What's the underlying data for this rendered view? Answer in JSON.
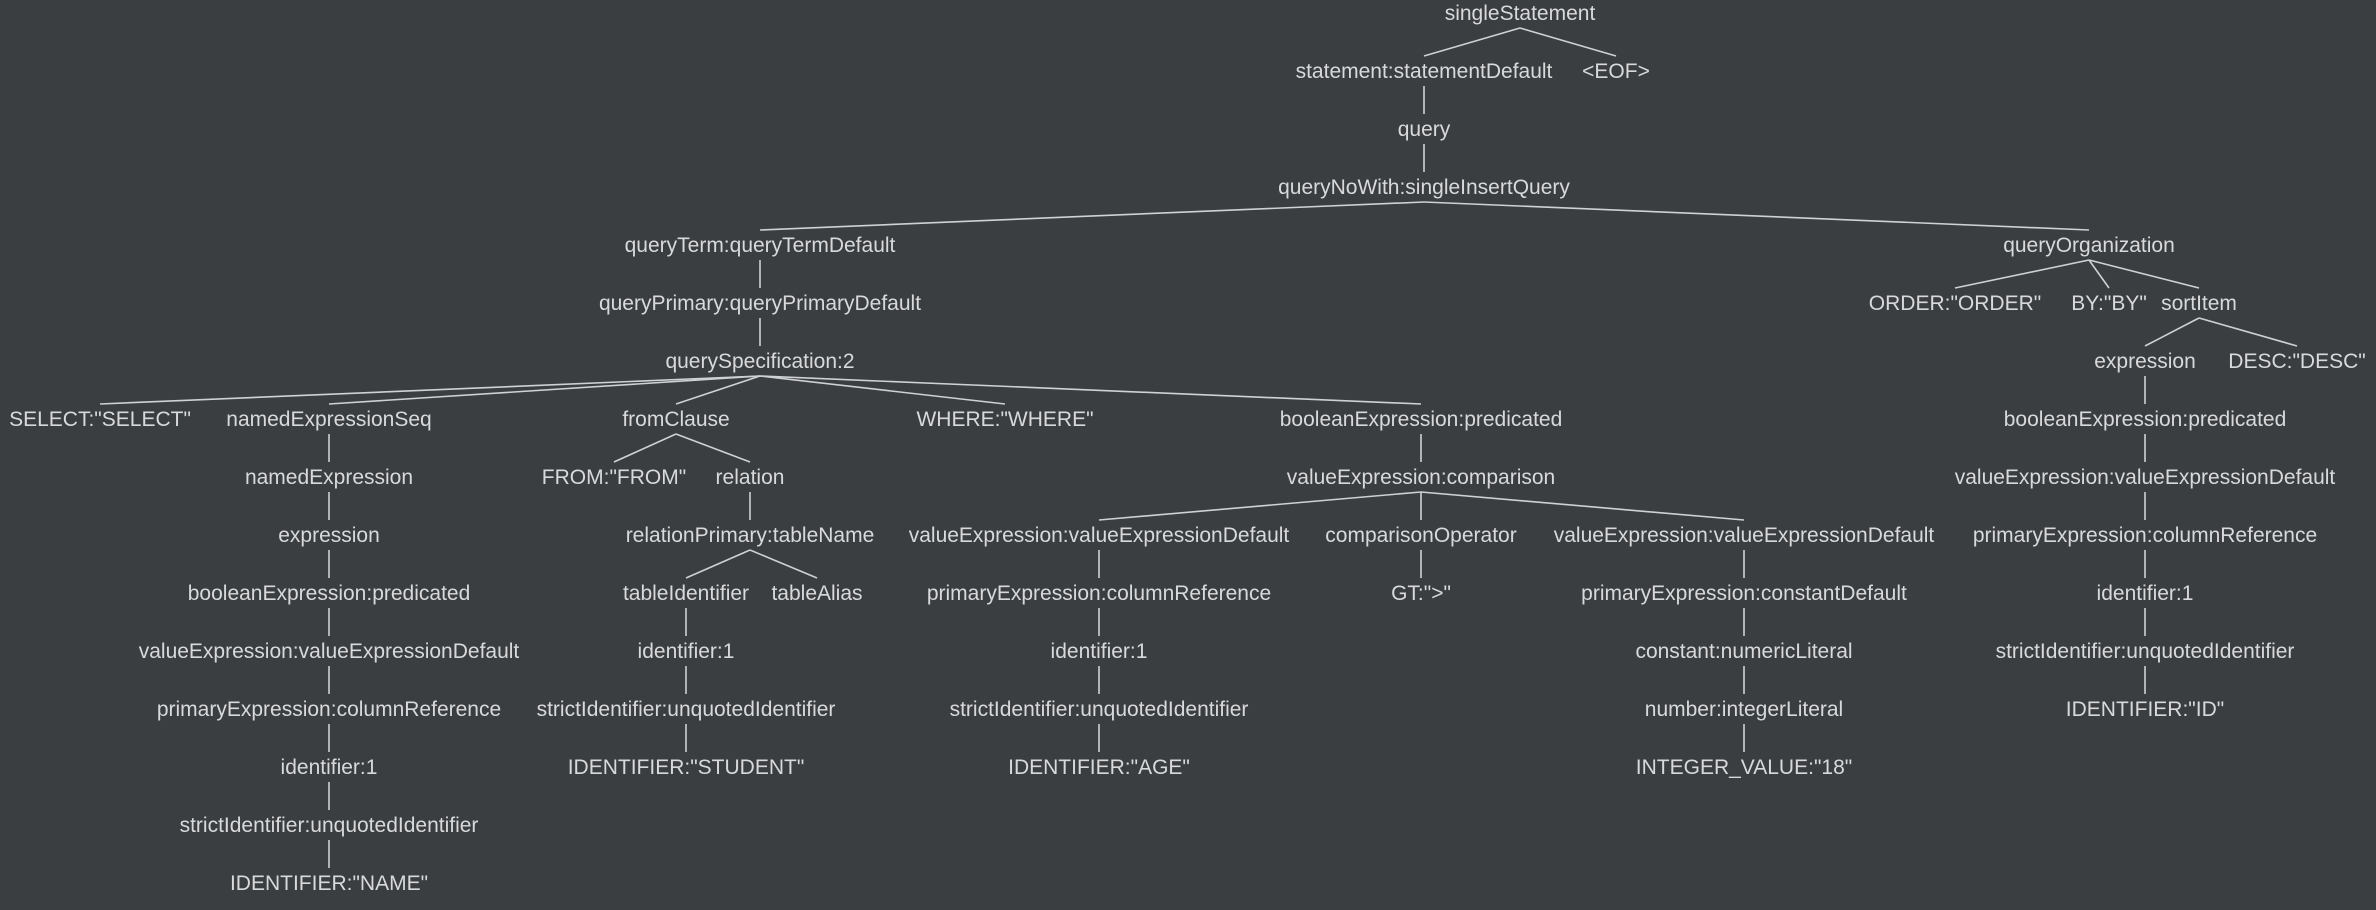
{
  "tree": {
    "text": "singleStatement",
    "children": [
      {
        "text": "statement:statementDefault",
        "children": [
          {
            "text": "query",
            "children": [
              {
                "text": "queryNoWith:singleInsertQuery",
                "children": [
                  {
                    "text": "queryTerm:queryTermDefault",
                    "children": [
                      {
                        "text": "queryPrimary:queryPrimaryDefault",
                        "children": [
                          {
                            "text": "querySpecification:2",
                            "children": [
                              {
                                "text": "SELECT:\"SELECT\""
                              },
                              {
                                "text": "namedExpressionSeq",
                                "children": [
                                  {
                                    "text": "namedExpression",
                                    "children": [
                                      {
                                        "text": "expression",
                                        "children": [
                                          {
                                            "text": "booleanExpression:predicated",
                                            "children": [
                                              {
                                                "text": "valueExpression:valueExpressionDefault",
                                                "children": [
                                                  {
                                                    "text": "primaryExpression:columnReference",
                                                    "children": [
                                                      {
                                                        "text": "identifier:1",
                                                        "children": [
                                                          {
                                                            "text": "strictIdentifier:unquotedIdentifier",
                                                            "children": [
                                                              {
                                                                "text": "IDENTIFIER:\"NAME\""
                                                              }
                                                            ]
                                                          }
                                                        ]
                                                      }
                                                    ]
                                                  }
                                                ]
                                              }
                                            ]
                                          }
                                        ]
                                      }
                                    ]
                                  }
                                ]
                              },
                              {
                                "text": "fromClause",
                                "children": [
                                  {
                                    "text": "FROM:\"FROM\""
                                  },
                                  {
                                    "text": "relation",
                                    "children": [
                                      {
                                        "text": "relationPrimary:tableName",
                                        "children": [
                                          {
                                            "text": "tableIdentifier",
                                            "children": [
                                              {
                                                "text": "identifier:1",
                                                "children": [
                                                  {
                                                    "text": "strictIdentifier:unquotedIdentifier",
                                                    "children": [
                                                      {
                                                        "text": "IDENTIFIER:\"STUDENT\""
                                                      }
                                                    ]
                                                  }
                                                ]
                                              }
                                            ]
                                          },
                                          {
                                            "text": "tableAlias"
                                          }
                                        ]
                                      }
                                    ]
                                  }
                                ]
                              },
                              {
                                "text": "WHERE:\"WHERE\""
                              },
                              {
                                "text": "booleanExpression:predicated",
                                "children": [
                                  {
                                    "text": "valueExpression:comparison",
                                    "children": [
                                      {
                                        "text": "valueExpression:valueExpressionDefault",
                                        "children": [
                                          {
                                            "text": "primaryExpression:columnReference",
                                            "children": [
                                              {
                                                "text": "identifier:1",
                                                "children": [
                                                  {
                                                    "text": "strictIdentifier:unquotedIdentifier",
                                                    "children": [
                                                      {
                                                        "text": "IDENTIFIER:\"AGE\""
                                                      }
                                                    ]
                                                  }
                                                ]
                                              }
                                            ]
                                          }
                                        ]
                                      },
                                      {
                                        "text": "comparisonOperator",
                                        "children": [
                                          {
                                            "text": "GT:\">\""
                                          }
                                        ]
                                      },
                                      {
                                        "text": "valueExpression:valueExpressionDefault",
                                        "children": [
                                          {
                                            "text": "primaryExpression:constantDefault",
                                            "children": [
                                              {
                                                "text": "constant:numericLiteral",
                                                "children": [
                                                  {
                                                    "text": "number:integerLiteral",
                                                    "children": [
                                                      {
                                                        "text": "INTEGER_VALUE:\"18\""
                                                      }
                                                    ]
                                                  }
                                                ]
                                              }
                                            ]
                                          }
                                        ]
                                      }
                                    ]
                                  }
                                ]
                              }
                            ]
                          }
                        ]
                      }
                    ]
                  },
                  {
                    "text": "queryOrganization",
                    "children": [
                      {
                        "text": "ORDER:\"ORDER\""
                      },
                      {
                        "text": "BY:\"BY\""
                      },
                      {
                        "text": "sortItem",
                        "children": [
                          {
                            "text": "expression",
                            "children": [
                              {
                                "text": "booleanExpression:predicated",
                                "children": [
                                  {
                                    "text": "valueExpression:valueExpressionDefault",
                                    "children": [
                                      {
                                        "text": "primaryExpression:columnReference",
                                        "children": [
                                          {
                                            "text": "identifier:1",
                                            "children": [
                                              {
                                                "text": "strictIdentifier:unquotedIdentifier",
                                                "children": [
                                                  {
                                                    "text": "IDENTIFIER:\"ID\""
                                                  }
                                                ]
                                              }
                                            ]
                                          }
                                        ]
                                      }
                                    ]
                                  }
                                ]
                              }
                            ]
                          },
                          {
                            "text": "DESC:\"DESC\""
                          }
                        ]
                      }
                    ]
                  }
                ]
              }
            ]
          }
        ]
      },
      {
        "text": "<EOF>"
      }
    ]
  }
}
